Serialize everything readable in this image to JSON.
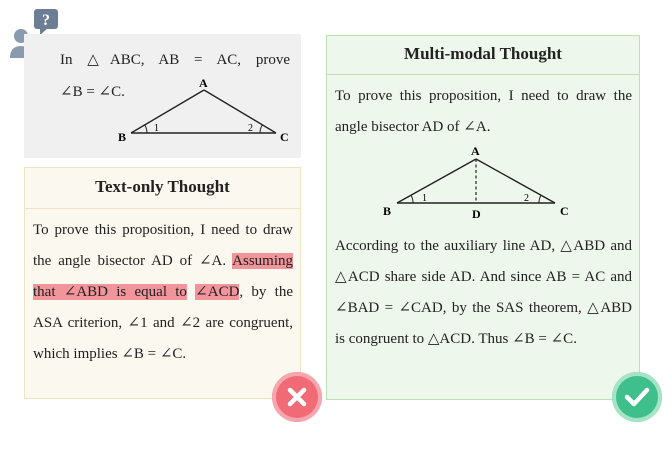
{
  "question": {
    "line1": "In △ABC, AB = AC, prove",
    "line2": "∠B = ∠C."
  },
  "figure_q": {
    "A": "A",
    "B": "B",
    "C": "C",
    "angle1": "1",
    "angle2": "2"
  },
  "text_only": {
    "title": "Text-only Thought",
    "seg1": "To prove this proposition, I need to draw the angle bisector AD of ∠A. ",
    "seg_hl1": "Assuming that ∠ABD is equal to",
    "seg_hl2": "∠ACD",
    "seg2": ", by the ASA criterion, ∠1 and ∠2 are congruent, which implies ∠B = ∠C."
  },
  "multimodal": {
    "title": "Multi-modal Thought",
    "intro": "To prove this proposition, I need to draw the angle bisector AD of ∠A.",
    "conclusion": "According to the auxiliary line AD, △ABD and △ACD share side AD. And since AB = AC and ∠BAD = ∠CAD, by the SAS theorem, △ABD is congruent to △ACD. Thus ∠B = ∠C."
  },
  "figure_mm": {
    "A": "A",
    "B": "B",
    "C": "C",
    "D": "D",
    "angle1": "1",
    "angle2": "2"
  },
  "icons": {
    "user": "user-question-icon",
    "wrong": "cross-icon",
    "right": "check-icon"
  },
  "colors": {
    "highlight": "#f1959b",
    "wrong": "#f06b75",
    "right": "#3fbf8c"
  }
}
